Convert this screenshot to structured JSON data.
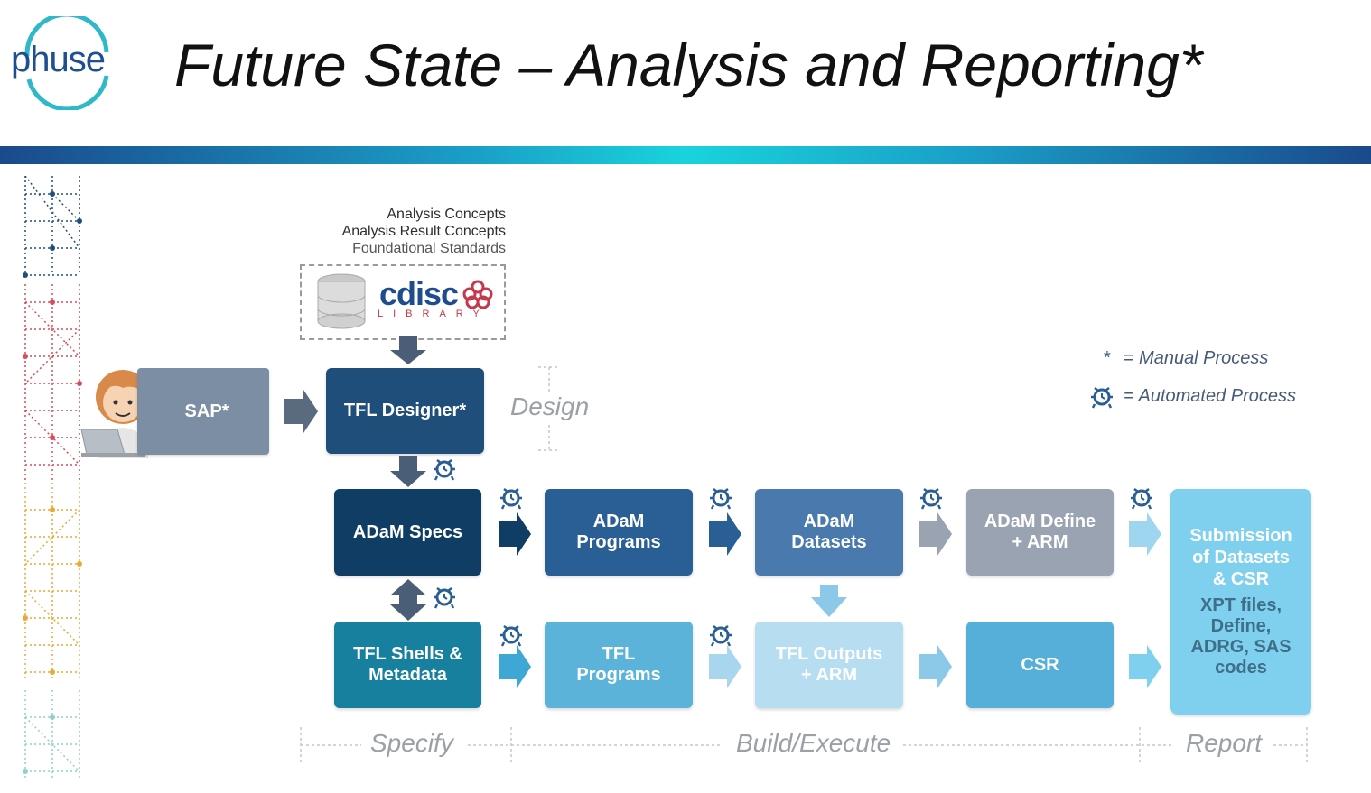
{
  "header": {
    "logo_text": "phuse",
    "title": "Future State – Analysis and Reporting*"
  },
  "library": {
    "notes": [
      "Analysis Concepts",
      "Analysis Result Concepts",
      "Foundational Standards"
    ],
    "logo_word": "cdisc",
    "logo_sub": "LIBRARY"
  },
  "boxes": {
    "sap": "SAP*",
    "tfl_designer": "TFL Designer*",
    "adam_specs": "ADaM Specs",
    "adam_programs": "ADaM\nPrograms",
    "adam_datasets": "ADaM\nDatasets",
    "adam_define": "ADaM Define\n+ ARM",
    "submission_title": "Submission\nof Datasets\n& CSR",
    "submission_detail": "XPT files,\nDefine,\nADRG, SAS\ncodes",
    "tfl_shells": "TFL Shells &\nMetadata",
    "tfl_programs": "TFL\nPrograms",
    "tfl_outputs": "TFL Outputs\n+ ARM",
    "csr": "CSR"
  },
  "stages": {
    "design": "Design",
    "specify": "Specify",
    "build": "Build/Execute",
    "report": "Report"
  },
  "legend": {
    "manual_symbol": "*",
    "manual": "= Manual Process",
    "automated": "= Automated Process"
  },
  "colors": {
    "dark_navy": "#1e4e79",
    "navy": "#103d64",
    "mid_blue": "#2a5f96",
    "steel_blue": "#4a79ad",
    "grey": "#9aa3b1",
    "teal": "#17809f",
    "light_blue": "#5cb3d9",
    "pale_blue": "#b7ddf0",
    "sky": "#55afd8",
    "submission": "#7fd0ef",
    "sap": "#7b8ea3"
  },
  "icons": [
    "phuse-logo",
    "database-icon",
    "cdisc-flower-icon",
    "person-laptop-icon",
    "gear-clock-icon",
    "arrow-right-icon",
    "arrow-down-icon",
    "arrow-updown-icon"
  ]
}
